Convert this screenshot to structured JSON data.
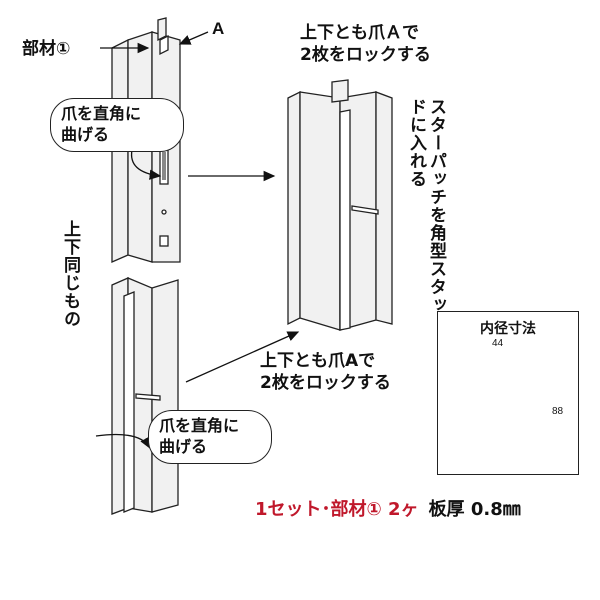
{
  "labels": {
    "part": "部材①",
    "tab": "A",
    "top_note_line1": "上下とも爪Ａで",
    "top_note_line2": "2枚をロックする",
    "bubble_top_line1": "爪を直角に",
    "bubble_top_line2": "曲げる",
    "star_patch_vertical": "スターパッチを角型スタッドに入れる",
    "same_vertical": "上下同じもの",
    "mid_note_line1": "上下とも爪Aで",
    "mid_note_line2": "2枚をロックする",
    "bubble_bottom_line1": "爪を直角に",
    "bubble_bottom_line2": "曲げる"
  },
  "inset": {
    "title": "内径寸法",
    "width_dim": "44",
    "height_dim": "88"
  },
  "spec": {
    "set_text": "1セット･部材① 2ヶ",
    "thickness_text": "板厚 0.8㎜"
  },
  "colors": {
    "metal": "#f1f1f1",
    "outline": "#222222",
    "accent_red": "#c0182b"
  }
}
